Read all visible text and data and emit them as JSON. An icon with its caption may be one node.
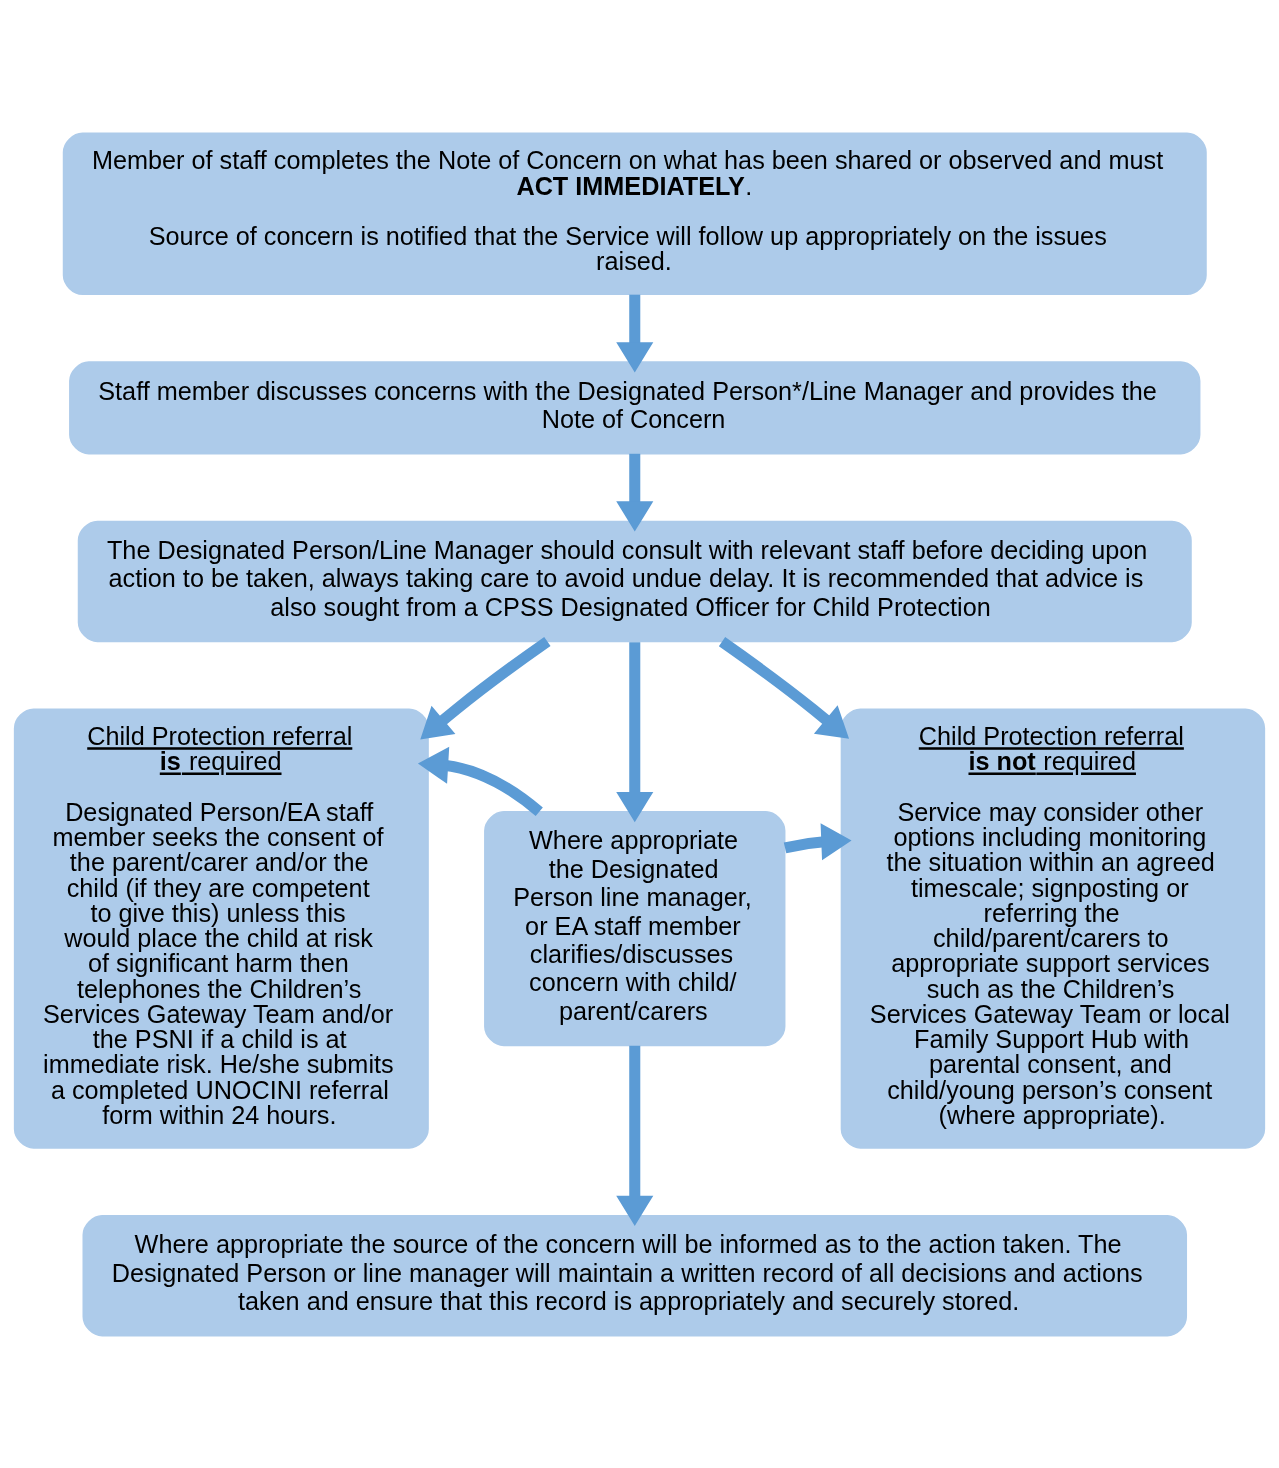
{
  "diagram": {
    "nodes": [
      {
        "text": [
          "Member of staff completes the Note of Concern on what has been shared or observed and must **ACT IMMEDIATELY**.",
          "Source of concern is notified that the Service will follow up appropriately on the issues raised."
        ]
      },
      {
        "text": [
          "Staff member discusses concerns with the Designated Person*/Line Manager and provides the Note of Concern"
        ]
      },
      {
        "text": [
          "The Designated Person/Line Manager should consult with relevant staff before deciding upon action to be taken, always taking care to avoid undue delay. It is recommended that advice is also sought from a CPSS Designated Officer for Child Protection"
        ]
      },
      {
        "text": [
          "Child Protection referral **is** required",
          "Designated Person/EA staff member seeks the consent of the parent/carer and/or the child (if they are competent to give this) unless this would place the child at risk of significant harm then telephones the Children’s Services Gateway Team and/or the PSNI if a child is at immediate risk. He/she submits a completed UNOCINI referral form within 24 hours."
        ]
      },
      {
        "text": [
          "Where appropriate the Designated Person line manager, or EA staff member clarifies/discusses concern with child/ parent/carers"
        ]
      },
      {
        "text": [
          "Child Protection referral **is not** required",
          "Service may consider other options including monitoring the situation within an agreed timescale; signposting or referring the child/parent/carers to appropriate support services such as the Children’s Services Gateway Team or local Family Support Hub with parental consent, and child/young person’s consent (where appropriate)."
        ]
      },
      {
        "text": [
          "Where appropriate the source of the concern will be informed as to the action taken. The Designated Person or line manager will maintain a written record of all decisions and actions taken and ensure that this record is appropriately and securely stored."
        ]
      }
    ],
    "edges": [
      {
        "from": 0,
        "to": 1,
        "arrow": "to"
      },
      {
        "from": 1,
        "to": 2,
        "arrow": "to"
      },
      {
        "from": 2,
        "to": 3,
        "arrow": "to"
      },
      {
        "from": 2,
        "to": 4,
        "arrow": "to"
      },
      {
        "from": 2,
        "to": 5,
        "arrow": "to"
      },
      {
        "from": 4,
        "to": 3,
        "arrow": "to"
      },
      {
        "from": 4,
        "to": 5,
        "arrow": "to"
      },
      {
        "from": 4,
        "to": 6,
        "arrow": "to"
      }
    ]
  }
}
